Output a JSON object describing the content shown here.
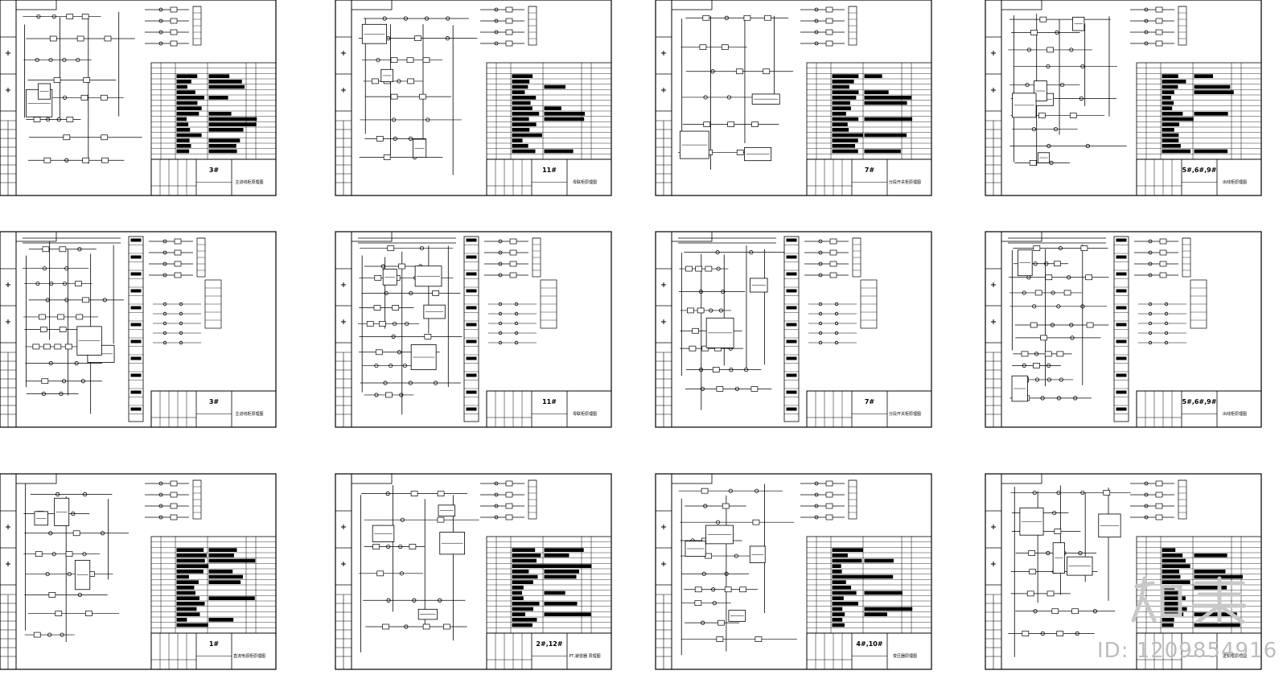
{
  "page": {
    "background": "#ffffff",
    "line_color": "#000000",
    "watermark_color": "#d0d0d0",
    "watermark_id": "ID: 1209854916"
  },
  "sheets": [
    {
      "label": "3#",
      "title": "主进线柜原理图"
    },
    {
      "label": "11#",
      "title": "母联柜原理图"
    },
    {
      "label": "7#",
      "title": "分段开关柜原理图"
    },
    {
      "label": "5#,6#,9#",
      "title": "出线柜原理图"
    },
    {
      "label": "3#",
      "title": "主进线柜原理图"
    },
    {
      "label": "11#",
      "title": "母联柜原理图"
    },
    {
      "label": "7#",
      "title": "分段开关柜原理图"
    },
    {
      "label": "5#,6#,9#",
      "title": "出线柜原理图"
    },
    {
      "label": "1#",
      "title": "直流电源柜原理图"
    },
    {
      "label": "2#,12#",
      "title": "PT,避雷器 原理图"
    },
    {
      "label": "4#,10#",
      "title": "变压器原理图"
    },
    {
      "label": "",
      "title": "逻辑框原理图"
    }
  ]
}
